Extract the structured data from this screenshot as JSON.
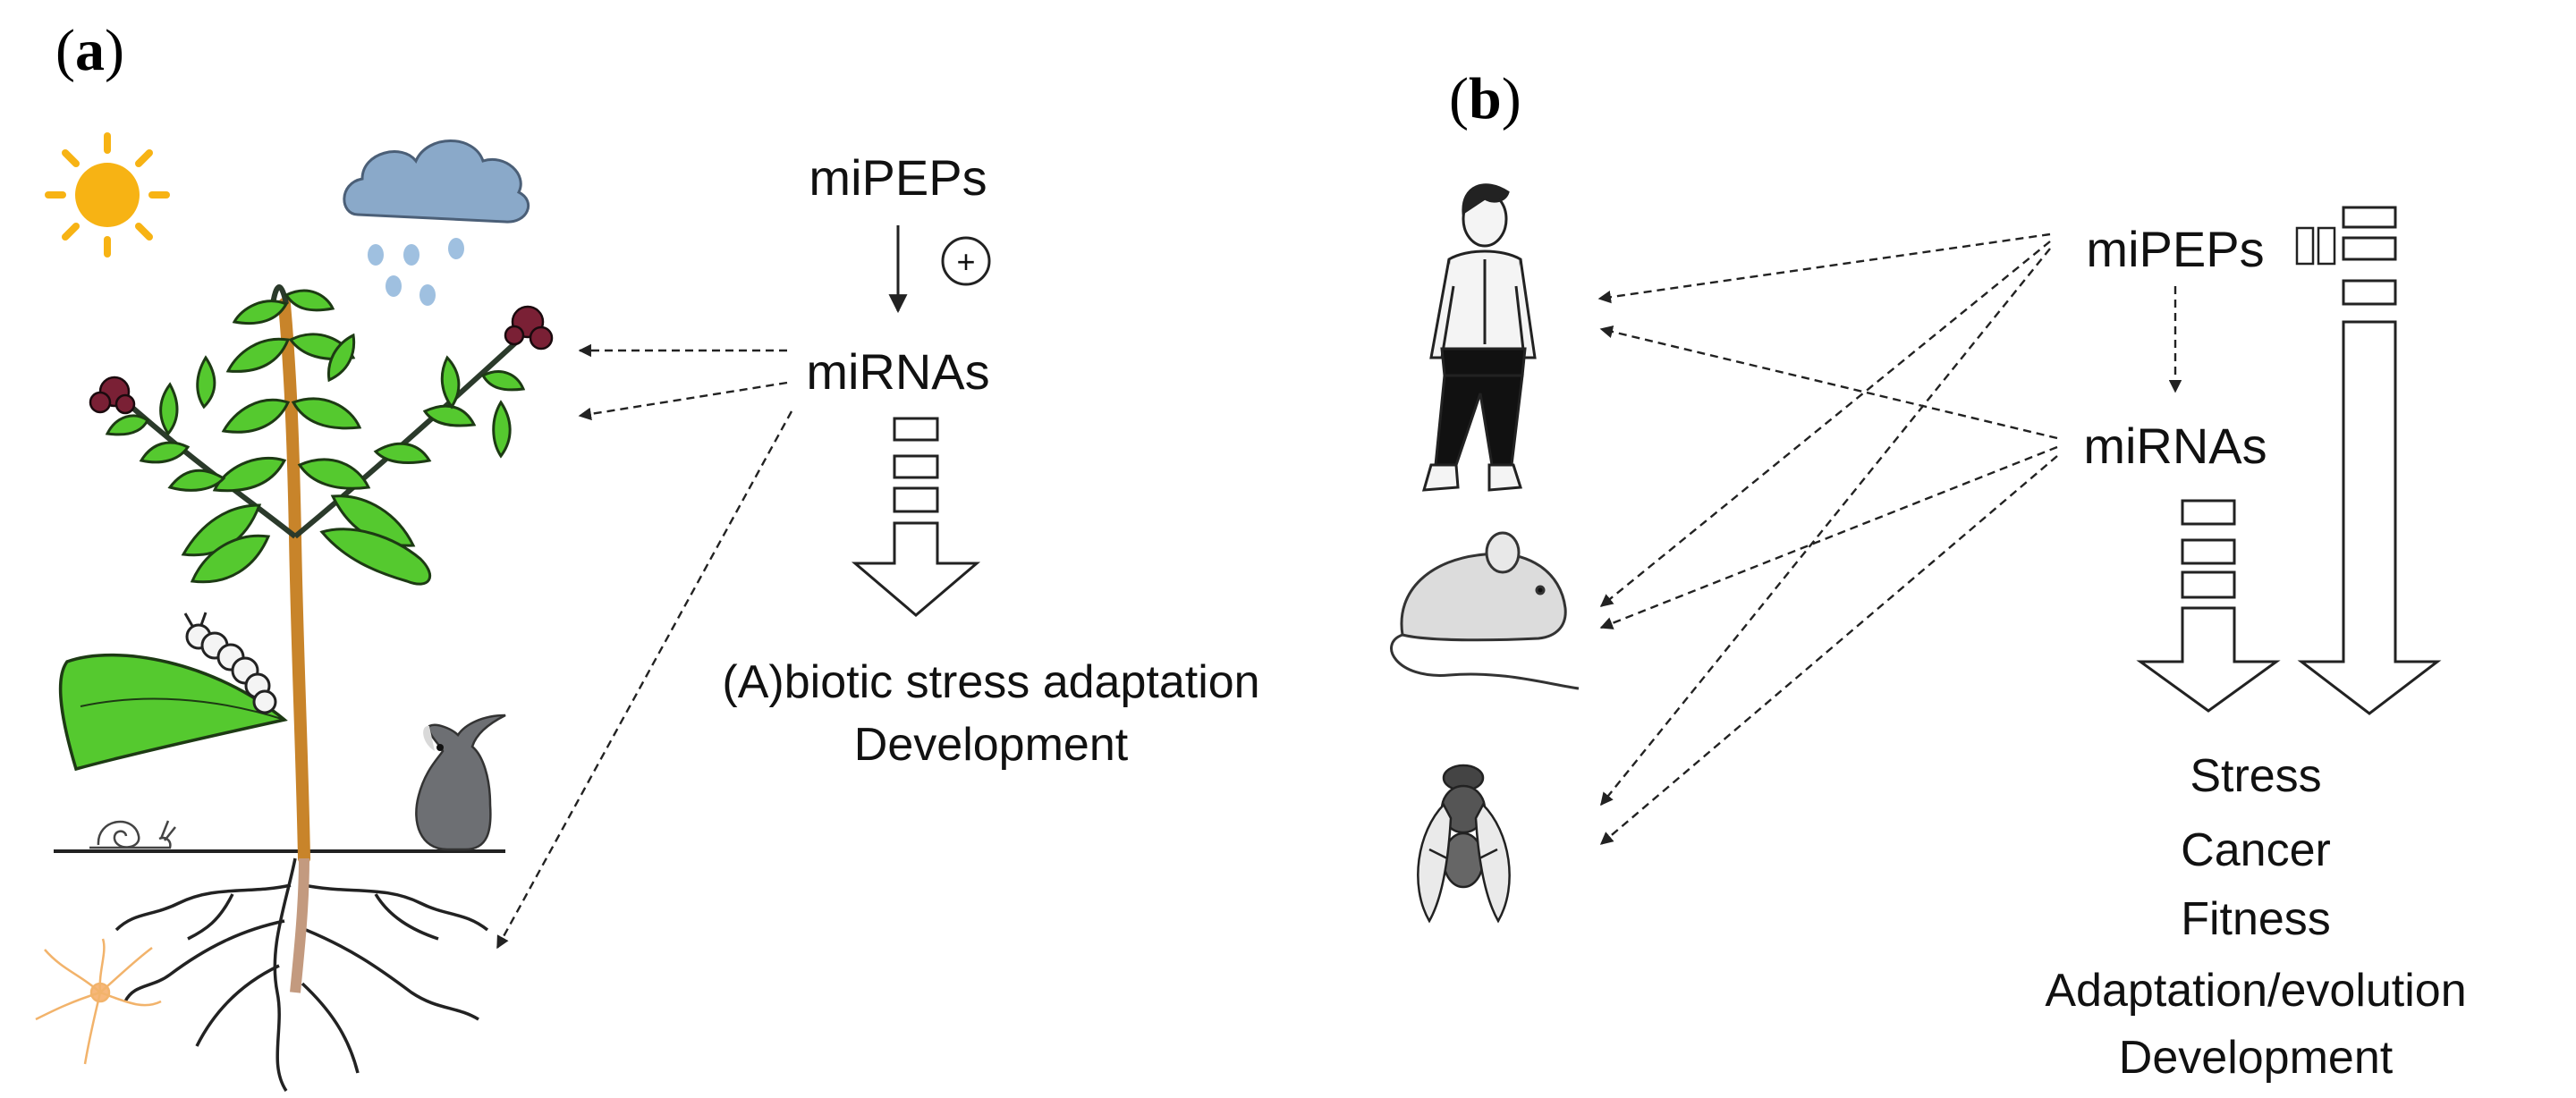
{
  "panel_a": {
    "label_open": "(",
    "label_letter": "a",
    "label_close": ")",
    "mipeps": "miPEPs",
    "plus": "+",
    "mirnas": "miRNAs",
    "outcome_line1": "(A)biotic stress adaptation",
    "outcome_line2": "Development"
  },
  "panel_b": {
    "label_open": "(",
    "label_letter": "b",
    "label_close": ")",
    "mipeps": "miPEPs",
    "mirnas": "miRNAs",
    "outcomes": [
      "Stress",
      "Cancer",
      "Fitness",
      "Adaptation/evolution",
      "Development"
    ]
  },
  "icons": {
    "sun": "sun-icon",
    "cloud": "rain-cloud-icon",
    "plant": "plant-icon",
    "caterpillar": "caterpillar-icon",
    "snail": "snail-icon",
    "rabbit": "rabbit-icon",
    "fungus": "mycorrhiza-icon",
    "human": "human-icon",
    "mouse": "mouse-icon",
    "fly": "fly-icon"
  }
}
